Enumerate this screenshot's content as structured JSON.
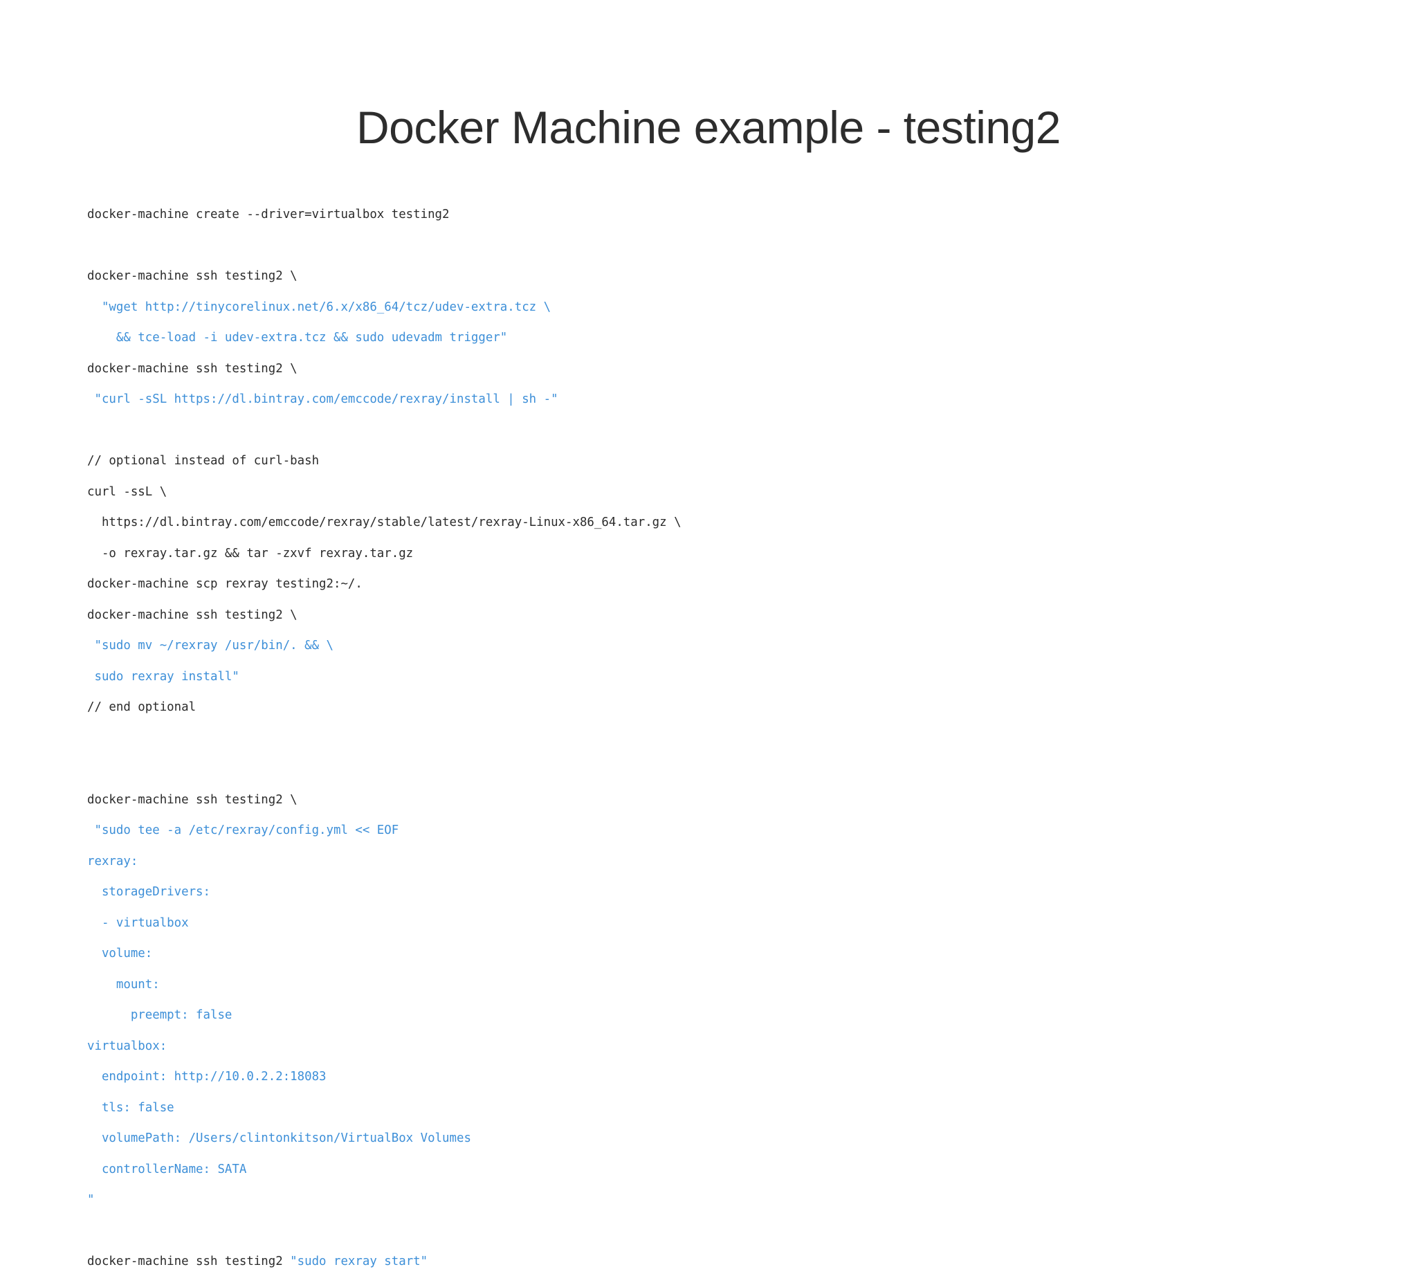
{
  "slide": {
    "title": "Docker Machine example - testing2",
    "title_color": "#2d2d2d",
    "background_color": "#ffffff"
  },
  "code": {
    "plain_color": "#2b2b2b",
    "string_color": "#3d8fd8",
    "language": "shell",
    "lines": [
      {
        "id": "l01",
        "type": "plain",
        "text": "docker-machine create --driver=virtualbox testing2"
      },
      {
        "id": "l02",
        "type": "blank",
        "text": ""
      },
      {
        "id": "l03",
        "type": "plain",
        "text": "docker-machine ssh testing2 \\"
      },
      {
        "id": "l04",
        "type": "string",
        "text": "  \"wget http://tinycorelinux.net/6.x/x86_64/tcz/udev-extra.tcz \\"
      },
      {
        "id": "l05",
        "type": "string",
        "text": "    && tce-load -i udev-extra.tcz && sudo udevadm trigger\""
      },
      {
        "id": "l06",
        "type": "plain",
        "text": "docker-machine ssh testing2 \\"
      },
      {
        "id": "l07",
        "type": "string",
        "text": " \"curl -sSL https://dl.bintray.com/emccode/rexray/install | sh -\""
      },
      {
        "id": "l08",
        "type": "blank",
        "text": ""
      },
      {
        "id": "l09",
        "type": "plain",
        "text": "// optional instead of curl-bash"
      },
      {
        "id": "l10",
        "type": "plain",
        "text": "curl -ssL \\"
      },
      {
        "id": "l11",
        "type": "plain",
        "text": "  https://dl.bintray.com/emccode/rexray/stable/latest/rexray-Linux-x86_64.tar.gz \\"
      },
      {
        "id": "l12",
        "type": "plain",
        "text": "  -o rexray.tar.gz && tar -zxvf rexray.tar.gz"
      },
      {
        "id": "l13",
        "type": "plain",
        "text": "docker-machine scp rexray testing2:~/."
      },
      {
        "id": "l14",
        "type": "plain",
        "text": "docker-machine ssh testing2 \\"
      },
      {
        "id": "l15",
        "type": "string",
        "text": " \"sudo mv ~/rexray /usr/bin/. && \\"
      },
      {
        "id": "l16",
        "type": "string",
        "text": " sudo rexray install\""
      },
      {
        "id": "l17",
        "type": "plain",
        "text": "// end optional"
      },
      {
        "id": "l18",
        "type": "blank",
        "text": ""
      },
      {
        "id": "l19",
        "type": "blank",
        "text": ""
      },
      {
        "id": "l20",
        "type": "plain",
        "text": "docker-machine ssh testing2 \\"
      },
      {
        "id": "l21",
        "type": "string",
        "text": " \"sudo tee -a /etc/rexray/config.yml << EOF"
      },
      {
        "id": "l22",
        "type": "string",
        "text": "rexray:"
      },
      {
        "id": "l23",
        "type": "string",
        "text": "  storageDrivers:"
      },
      {
        "id": "l24",
        "type": "string",
        "text": "  - virtualbox"
      },
      {
        "id": "l25",
        "type": "string",
        "text": "  volume:"
      },
      {
        "id": "l26",
        "type": "string",
        "text": "    mount:"
      },
      {
        "id": "l27",
        "type": "string",
        "text": "      preempt: false"
      },
      {
        "id": "l28",
        "type": "string",
        "text": "virtualbox:"
      },
      {
        "id": "l29",
        "type": "string",
        "text": "  endpoint: http://10.0.2.2:18083"
      },
      {
        "id": "l30",
        "type": "string",
        "text": "  tls: false"
      },
      {
        "id": "l31",
        "type": "string",
        "text": "  volumePath: /Users/clintonkitson/VirtualBox Volumes"
      },
      {
        "id": "l32",
        "type": "string",
        "text": "  controllerName: SATA"
      },
      {
        "id": "l33",
        "type": "string",
        "text": "\""
      },
      {
        "id": "l34",
        "type": "blank",
        "text": ""
      },
      {
        "id": "l35",
        "type": "mixed",
        "text": "docker-machine ssh testing2 \"sudo rexray start\"",
        "segments": [
          {
            "type": "plain",
            "text": "docker-machine ssh testing2 "
          },
          {
            "type": "string",
            "text": "\"sudo rexray start\""
          }
        ]
      }
    ]
  }
}
